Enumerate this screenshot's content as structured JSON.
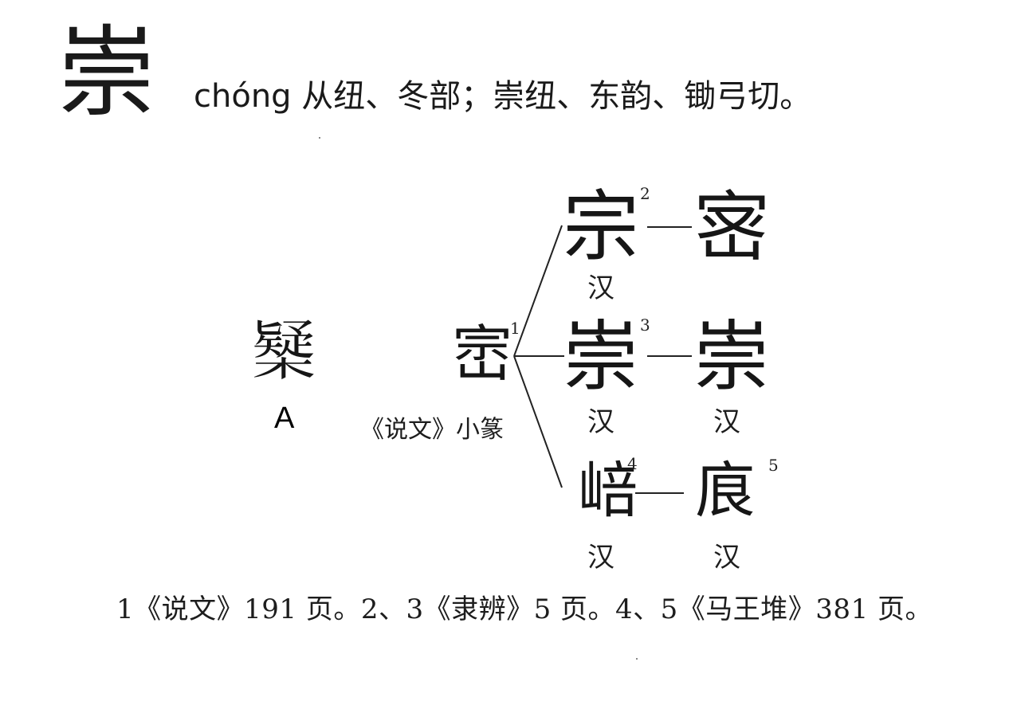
{
  "entry": {
    "character": "崇",
    "reading": "chóng 从纽、冬部；崇纽、东韵、锄弓切。"
  },
  "nodes": {
    "a_form": {
      "glyph": "𣝆",
      "label": "A"
    },
    "shuowen": {
      "glyph": "崈",
      "sup": "1",
      "caption": "《说文》小篆"
    },
    "row1": {
      "left_glyph": "宗",
      "left_sup": "2",
      "left_era": "汉",
      "right_glyph": "宻"
    },
    "row2": {
      "left_glyph": "崇",
      "left_sup": "3",
      "left_era": "汉",
      "right_glyph": "崇",
      "right_era": "汉"
    },
    "row3": {
      "left_glyph": "㟝",
      "left_sup": "4",
      "left_era": "汉",
      "right_glyph": "㡾",
      "right_sup": "5",
      "right_era": "汉"
    }
  },
  "footnote": "1《说文》191 页。2、3《隶辨》5 页。4、5《马王堆》381 页。"
}
